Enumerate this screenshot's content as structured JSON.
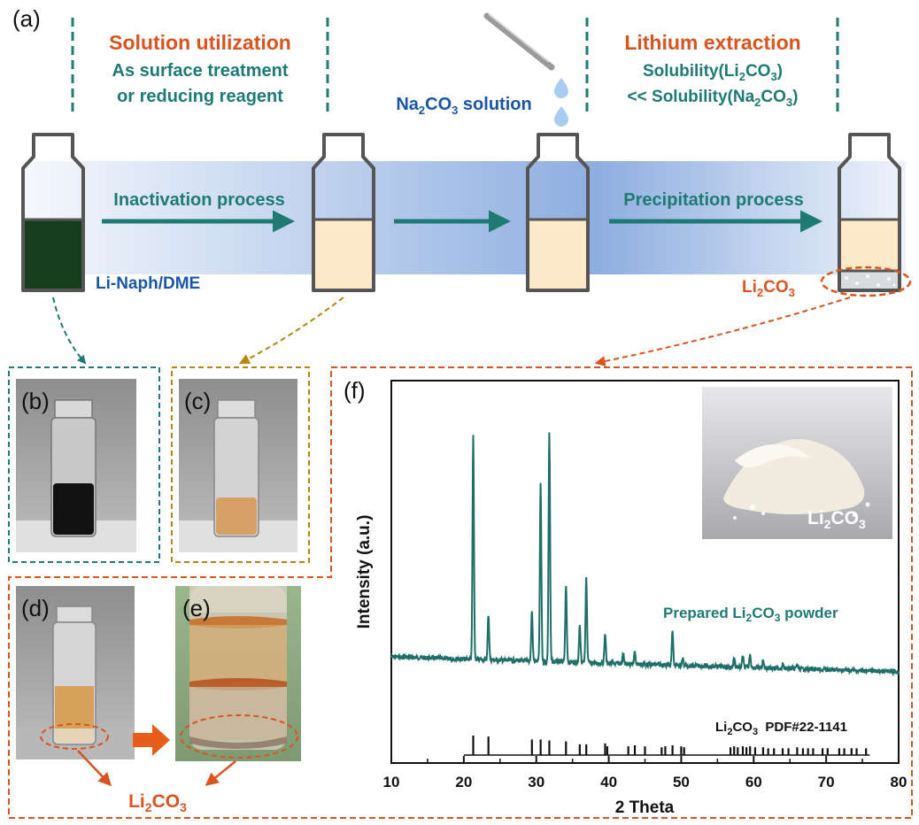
{
  "panels": {
    "a": "(a)",
    "b": "(b)",
    "c": "(c)",
    "d": "(d)",
    "e": "(e)",
    "f": "(f)"
  },
  "top": {
    "solution_title": "Solution utilization",
    "solution_line1": "As surface treatment",
    "solution_line2": "or reducing reagent",
    "lithium_title": "Lithium extraction",
    "lithium_line1_pre": "Solubility(Li",
    "lithium_line1_sub": "2",
    "lithium_line1_mid": "CO",
    "lithium_line1_sub2": "3",
    "lithium_line1_post": ")",
    "lithium_line2_pre": "<< Solubility(Na",
    "lithium_line2_sub": "2",
    "lithium_line2_mid": "CO",
    "lithium_line2_sub2": "3",
    "lithium_line2_post": ")",
    "na_pre": "Na",
    "na_sub": "2",
    "na_mid": "CO",
    "na_sub2": "3",
    "na_post": " solution"
  },
  "process": {
    "inactivation": "Inactivation process",
    "precipitation": "Precipitation process",
    "li_naph": "Li-Naph/DME",
    "li2co3_pre": "Li",
    "li2co3_sub": "2",
    "li2co3_mid": "CO",
    "li2co3_sub2": "3"
  },
  "bottom": {
    "li2co3_pre": "Li",
    "li2co3_sub": "2",
    "li2co3_mid": "CO",
    "li2co3_sub2": "3"
  },
  "colors": {
    "teal": "#1e7b74",
    "orange": "#d9541e",
    "blue": "#1a56a8",
    "dark_green": "#163d1e",
    "cream": "#fde9c8",
    "amber": "#b8860b"
  },
  "chart_data": {
    "type": "line",
    "xlabel": "2 Theta",
    "ylabel": "Intensity (a.u.)",
    "xlim": [
      10,
      80
    ],
    "xticks": [
      10,
      20,
      30,
      40,
      50,
      60,
      70,
      80
    ],
    "series_label_pre": "Prepared Li",
    "series_label_sub": "2",
    "series_label_mid": "CO",
    "series_label_sub2": "3",
    "series_label_post": " powder",
    "ref_label_pre": "Li",
    "ref_label_sub": "2",
    "ref_label_mid": "CO",
    "ref_label_sub2": "3",
    "ref_label_post": "  PDF#22-1141",
    "inset_label_pre": "Li",
    "inset_label_sub": "2",
    "inset_label_mid": "CO",
    "inset_label_sub2": "3",
    "peaks": [
      {
        "x": 21.3,
        "h": 0.98
      },
      {
        "x": 23.4,
        "h": 0.2
      },
      {
        "x": 29.4,
        "h": 0.22
      },
      {
        "x": 30.6,
        "h": 0.78
      },
      {
        "x": 31.8,
        "h": 1.0
      },
      {
        "x": 34.1,
        "h": 0.34
      },
      {
        "x": 36.0,
        "h": 0.17
      },
      {
        "x": 36.9,
        "h": 0.37
      },
      {
        "x": 39.5,
        "h": 0.13
      },
      {
        "x": 42.0,
        "h": 0.04
      },
      {
        "x": 43.6,
        "h": 0.05
      },
      {
        "x": 48.8,
        "h": 0.15
      },
      {
        "x": 50.2,
        "h": 0.03
      },
      {
        "x": 57.3,
        "h": 0.04
      },
      {
        "x": 58.5,
        "h": 0.05
      },
      {
        "x": 59.5,
        "h": 0.06
      },
      {
        "x": 61.3,
        "h": 0.03
      },
      {
        "x": 64.0,
        "h": 0.02
      },
      {
        "x": 66.0,
        "h": 0.02
      }
    ],
    "ref_lines": [
      {
        "x": 21.3,
        "h": 1.0
      },
      {
        "x": 23.4,
        "h": 0.95
      },
      {
        "x": 29.4,
        "h": 0.8
      },
      {
        "x": 30.6,
        "h": 0.8
      },
      {
        "x": 31.8,
        "h": 0.75
      },
      {
        "x": 34.1,
        "h": 0.7
      },
      {
        "x": 36.0,
        "h": 0.55
      },
      {
        "x": 36.9,
        "h": 0.55
      },
      {
        "x": 39.5,
        "h": 0.6
      },
      {
        "x": 39.8,
        "h": 0.45
      },
      {
        "x": 42.7,
        "h": 0.45
      },
      {
        "x": 43.6,
        "h": 0.5
      },
      {
        "x": 45.0,
        "h": 0.45
      },
      {
        "x": 47.3,
        "h": 0.4
      },
      {
        "x": 47.8,
        "h": 0.45
      },
      {
        "x": 48.8,
        "h": 0.5
      },
      {
        "x": 50.0,
        "h": 0.45
      },
      {
        "x": 50.4,
        "h": 0.4
      },
      {
        "x": 56.8,
        "h": 0.4
      },
      {
        "x": 57.3,
        "h": 0.45
      },
      {
        "x": 57.8,
        "h": 0.4
      },
      {
        "x": 58.5,
        "h": 0.45
      },
      {
        "x": 59.0,
        "h": 0.4
      },
      {
        "x": 59.5,
        "h": 0.45
      },
      {
        "x": 60.2,
        "h": 0.4
      },
      {
        "x": 61.3,
        "h": 0.4
      },
      {
        "x": 62.0,
        "h": 0.35
      },
      {
        "x": 62.8,
        "h": 0.35
      },
      {
        "x": 64.0,
        "h": 0.35
      },
      {
        "x": 64.8,
        "h": 0.35
      },
      {
        "x": 66.0,
        "h": 0.4
      },
      {
        "x": 66.8,
        "h": 0.35
      },
      {
        "x": 67.5,
        "h": 0.35
      },
      {
        "x": 68.2,
        "h": 0.35
      },
      {
        "x": 69.5,
        "h": 0.35
      },
      {
        "x": 70.2,
        "h": 0.35
      },
      {
        "x": 71.8,
        "h": 0.35
      },
      {
        "x": 72.5,
        "h": 0.35
      },
      {
        "x": 73.5,
        "h": 0.35
      },
      {
        "x": 74.2,
        "h": 0.35
      },
      {
        "x": 75.5,
        "h": 0.35
      }
    ]
  }
}
